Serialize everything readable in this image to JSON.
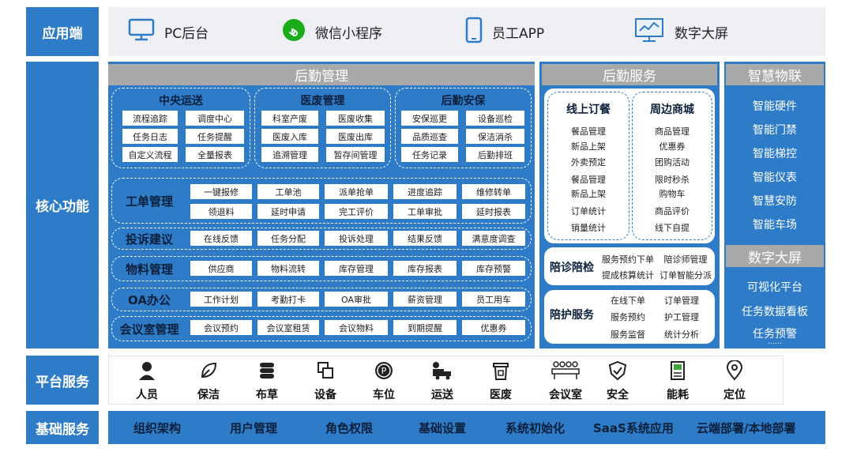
{
  "row_labels": {
    "app": "应用端",
    "core": "核心功能",
    "platform": "平台服务",
    "base": "基础服务"
  },
  "apps": [
    {
      "label": "PC后台",
      "icon": "monitor-icon"
    },
    {
      "label": "微信小程序",
      "icon": "wechat-miniprogram-icon"
    },
    {
      "label": "员工APP",
      "icon": "phone-icon"
    },
    {
      "label": "数字大屏",
      "icon": "dashboard-screen-icon"
    }
  ],
  "logistics": {
    "title": "后勤管理",
    "central": {
      "title": "中央运送",
      "items": [
        "流程追踪",
        "调度中心",
        "任务日志",
        "任务提醒",
        "自定义流程",
        "全量报表"
      ]
    },
    "waste": {
      "title": "医废管理",
      "items": [
        "科室产废",
        "医废收集",
        "医废入库",
        "医废出库",
        "追溯管理",
        "暂存间管理"
      ]
    },
    "security": {
      "title": "后勤安保",
      "items": [
        "安保巡更",
        "设备巡检",
        "品质巡查",
        "保洁消杀",
        "任务记录",
        "后勤排班"
      ]
    },
    "workorder": {
      "title": "工单管理",
      "items": [
        "一键报修",
        "工单池",
        "派单抢单",
        "进度追踪",
        "维修转单",
        "领退料",
        "延时申请",
        "完工评价",
        "工单审批",
        "延时报表"
      ]
    },
    "complaint": {
      "title": "投诉建议",
      "items": [
        "在线反馈",
        "任务分配",
        "投诉处理",
        "结果反馈",
        "满意度调查"
      ]
    },
    "material": {
      "title": "物料管理",
      "items": [
        "供应商",
        "物料流转",
        "库存管理",
        "库存报表",
        "库存预警"
      ]
    },
    "oa": {
      "title": "OA办公",
      "items": [
        "工作计划",
        "考勤打卡",
        "OA审批",
        "薪资管理",
        "员工用车"
      ]
    },
    "meeting": {
      "title": "会议室管理",
      "items": [
        "会议预约",
        "会议室租赁",
        "会议物料",
        "到期提醒",
        "优惠券"
      ]
    }
  },
  "services": {
    "title": "后勤服务",
    "ordering": {
      "title": "线上订餐",
      "items": [
        "餐品管理",
        "新品上架",
        "外卖预定",
        "餐品管理",
        "新品上架",
        "订单统计",
        "销量统计"
      ]
    },
    "mall": {
      "title": "周边商城",
      "items": [
        "商品管理",
        "优惠券",
        "团购活动",
        "限时秒杀",
        "购物车",
        "商品评价",
        "线下自提"
      ]
    },
    "escort": {
      "title": "陪诊陪检",
      "items": [
        "服务预约下单",
        "陪诊师管理",
        "提成核算统计",
        "订单智能分派"
      ]
    },
    "care": {
      "title": "陪护服务",
      "items": [
        "在线下单",
        "订单管理",
        "服务预约",
        "护工管理",
        "服务监督",
        "统计分析"
      ]
    }
  },
  "iot": {
    "title": "智慧物联",
    "items": [
      "智能硬件",
      "智能门禁",
      "智能梯控",
      "智能仪表",
      "智慧安防",
      "智能车场"
    ]
  },
  "screen": {
    "title": "数字大屏",
    "items": [
      "可视化平台",
      "任务数据看板",
      "任务预警"
    ],
    "ellipsis": "……"
  },
  "platform": [
    {
      "label": "人员",
      "icon": "person-icon"
    },
    {
      "label": "保洁",
      "icon": "leaf-icon"
    },
    {
      "label": "布草",
      "icon": "linen-icon"
    },
    {
      "label": "设备",
      "icon": "device-icon"
    },
    {
      "label": "车位",
      "icon": "parking-icon"
    },
    {
      "label": "运送",
      "icon": "truck-icon"
    },
    {
      "label": "医废",
      "icon": "bin-icon"
    },
    {
      "label": "会议室",
      "icon": "meeting-icon"
    },
    {
      "label": "安全",
      "icon": "shield-icon"
    },
    {
      "label": "能耗",
      "icon": "meter-icon"
    },
    {
      "label": "定位",
      "icon": "location-icon"
    }
  ],
  "base": [
    "组织架构",
    "用户管理",
    "角色权限",
    "基础设置",
    "系统初始化",
    "SaaS系统应用",
    "云端部署/本地部署"
  ],
  "colors": {
    "primary": "#2e7cc8",
    "header_gray": "#a9a9a9",
    "app_bg": "#eef0f4"
  }
}
